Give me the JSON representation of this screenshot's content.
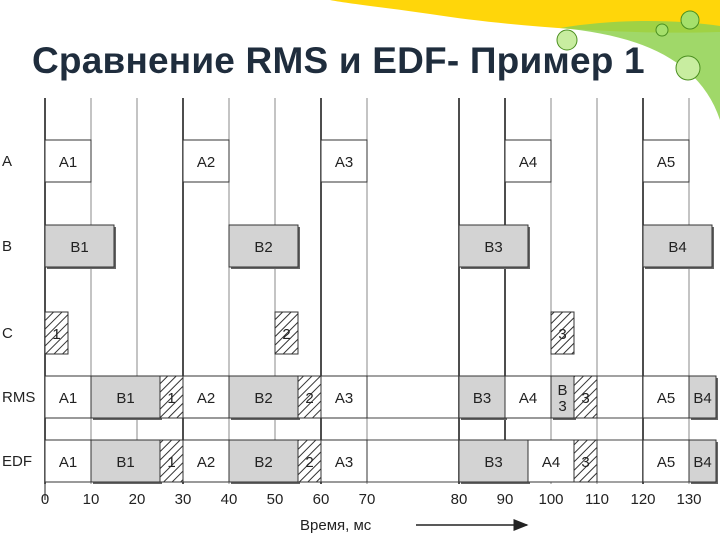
{
  "slide": {
    "title": "Сравнение RMS и EDF- Пример 1",
    "colors": {
      "title": "#1f2d3d",
      "task_fill_white": "#ffffff",
      "task_fill_gray": "#d3d3d3",
      "accent_yellow": "#ffd60a",
      "accent_green": "#6bbf3a"
    }
  },
  "diagram": {
    "row_labels": [
      "A",
      "B",
      "C",
      "RMS",
      "EDF"
    ],
    "x_axis": {
      "label": "Время, мс",
      "ticks": [
        "0",
        "10",
        "20",
        "30",
        "40",
        "50",
        "60",
        "70",
        "80",
        "90",
        "100",
        "110",
        "120",
        "130"
      ]
    },
    "rows": {
      "A": [
        {
          "label": "A1",
          "start": 0,
          "end": 10,
          "fill": "white"
        },
        {
          "label": "A2",
          "start": 30,
          "end": 40,
          "fill": "white"
        },
        {
          "label": "A3",
          "start": 60,
          "end": 70,
          "fill": "white"
        },
        {
          "label": "A4",
          "start": 90,
          "end": 100,
          "fill": "white"
        },
        {
          "label": "A5",
          "start": 120,
          "end": 130,
          "fill": "white"
        }
      ],
      "B": [
        {
          "label": "B1",
          "start": 0,
          "end": 15,
          "fill": "gray"
        },
        {
          "label": "B2",
          "start": 40,
          "end": 55,
          "fill": "gray"
        },
        {
          "label": "B3",
          "start": 80,
          "end": 95,
          "fill": "gray"
        },
        {
          "label": "B4",
          "start": 120,
          "end": 135,
          "fill": "gray"
        }
      ],
      "C": [
        {
          "label": "1",
          "start": 0,
          "end": 5,
          "fill": "hatch"
        },
        {
          "label": "2",
          "start": 50,
          "end": 55,
          "fill": "hatch"
        },
        {
          "label": "3",
          "start": 100,
          "end": 105,
          "fill": "hatch"
        }
      ],
      "RMS": [
        {
          "label": "A1",
          "start": 0,
          "end": 10,
          "fill": "white"
        },
        {
          "label": "B1",
          "start": 10,
          "end": 25,
          "fill": "gray"
        },
        {
          "label": "1",
          "start": 25,
          "end": 30,
          "fill": "hatch"
        },
        {
          "label": "A2",
          "start": 30,
          "end": 40,
          "fill": "white"
        },
        {
          "label": "B2",
          "start": 40,
          "end": 55,
          "fill": "gray"
        },
        {
          "label": "2",
          "start": 55,
          "end": 60,
          "fill": "hatch"
        },
        {
          "label": "A3",
          "start": 60,
          "end": 70,
          "fill": "white"
        },
        {
          "label": "B3",
          "start": 80,
          "end": 90,
          "fill": "gray"
        },
        {
          "label": "A4",
          "start": 90,
          "end": 100,
          "fill": "white"
        },
        {
          "label": "B\n3",
          "start": 100,
          "end": 105,
          "fill": "gray"
        },
        {
          "label": "3",
          "start": 105,
          "end": 110,
          "fill": "hatch"
        },
        {
          "label": "A5",
          "start": 120,
          "end": 130,
          "fill": "white"
        },
        {
          "label": "B4",
          "start": 130,
          "end": 145,
          "fill": "gray"
        }
      ],
      "EDF": [
        {
          "label": "A1",
          "start": 0,
          "end": 10,
          "fill": "white"
        },
        {
          "label": "B1",
          "start": 10,
          "end": 25,
          "fill": "gray"
        },
        {
          "label": "1",
          "start": 25,
          "end": 30,
          "fill": "hatch"
        },
        {
          "label": "A2",
          "start": 30,
          "end": 40,
          "fill": "white"
        },
        {
          "label": "B2",
          "start": 40,
          "end": 55,
          "fill": "gray"
        },
        {
          "label": "2",
          "start": 55,
          "end": 60,
          "fill": "hatch"
        },
        {
          "label": "A3",
          "start": 60,
          "end": 70,
          "fill": "white"
        },
        {
          "label": "B3",
          "start": 80,
          "end": 95,
          "fill": "gray"
        },
        {
          "label": "A4",
          "start": 95,
          "end": 105,
          "fill": "white"
        },
        {
          "label": "3",
          "start": 105,
          "end": 110,
          "fill": "hatch"
        },
        {
          "label": "A5",
          "start": 120,
          "end": 130,
          "fill": "white"
        },
        {
          "label": "B4",
          "start": 130,
          "end": 145,
          "fill": "gray"
        }
      ]
    }
  }
}
